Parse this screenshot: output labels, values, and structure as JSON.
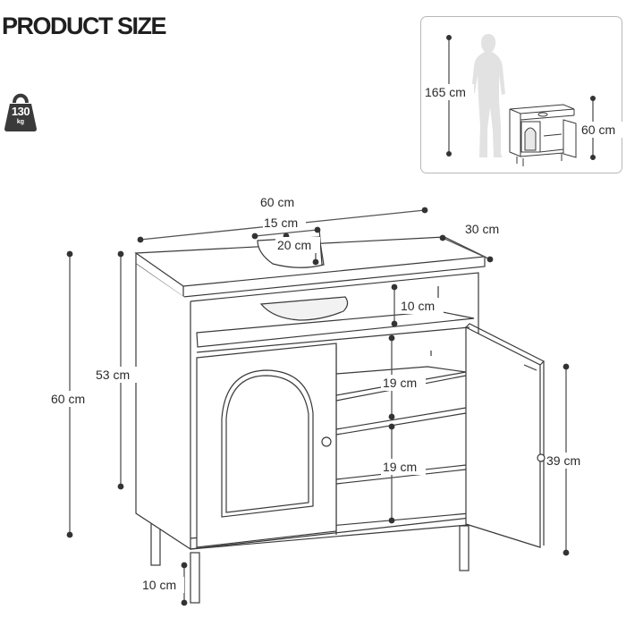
{
  "header": {
    "title": "PRODUCT SIZE"
  },
  "weight": {
    "value": "130",
    "unit": "kg"
  },
  "inset": {
    "person_height": "165 cm",
    "cabinet_height": "60 cm"
  },
  "dimensions": {
    "width": "60 cm",
    "depth": "30 cm",
    "sink_cutout_width": "15 cm",
    "sink_cutout_depth": "20 cm",
    "top_shelf_gap": "10 cm",
    "total_height": "60 cm",
    "body_height": "53 cm",
    "middle_shelf_gap": "19 cm",
    "lower_shelf_gap": "19 cm",
    "door_height": "39 cm",
    "leg_height": "10 cm"
  },
  "colors": {
    "line": "#3a3a3a",
    "dim_line": "#555555",
    "person": "#e2e2e2",
    "inset_border": "#b8b8b8"
  }
}
